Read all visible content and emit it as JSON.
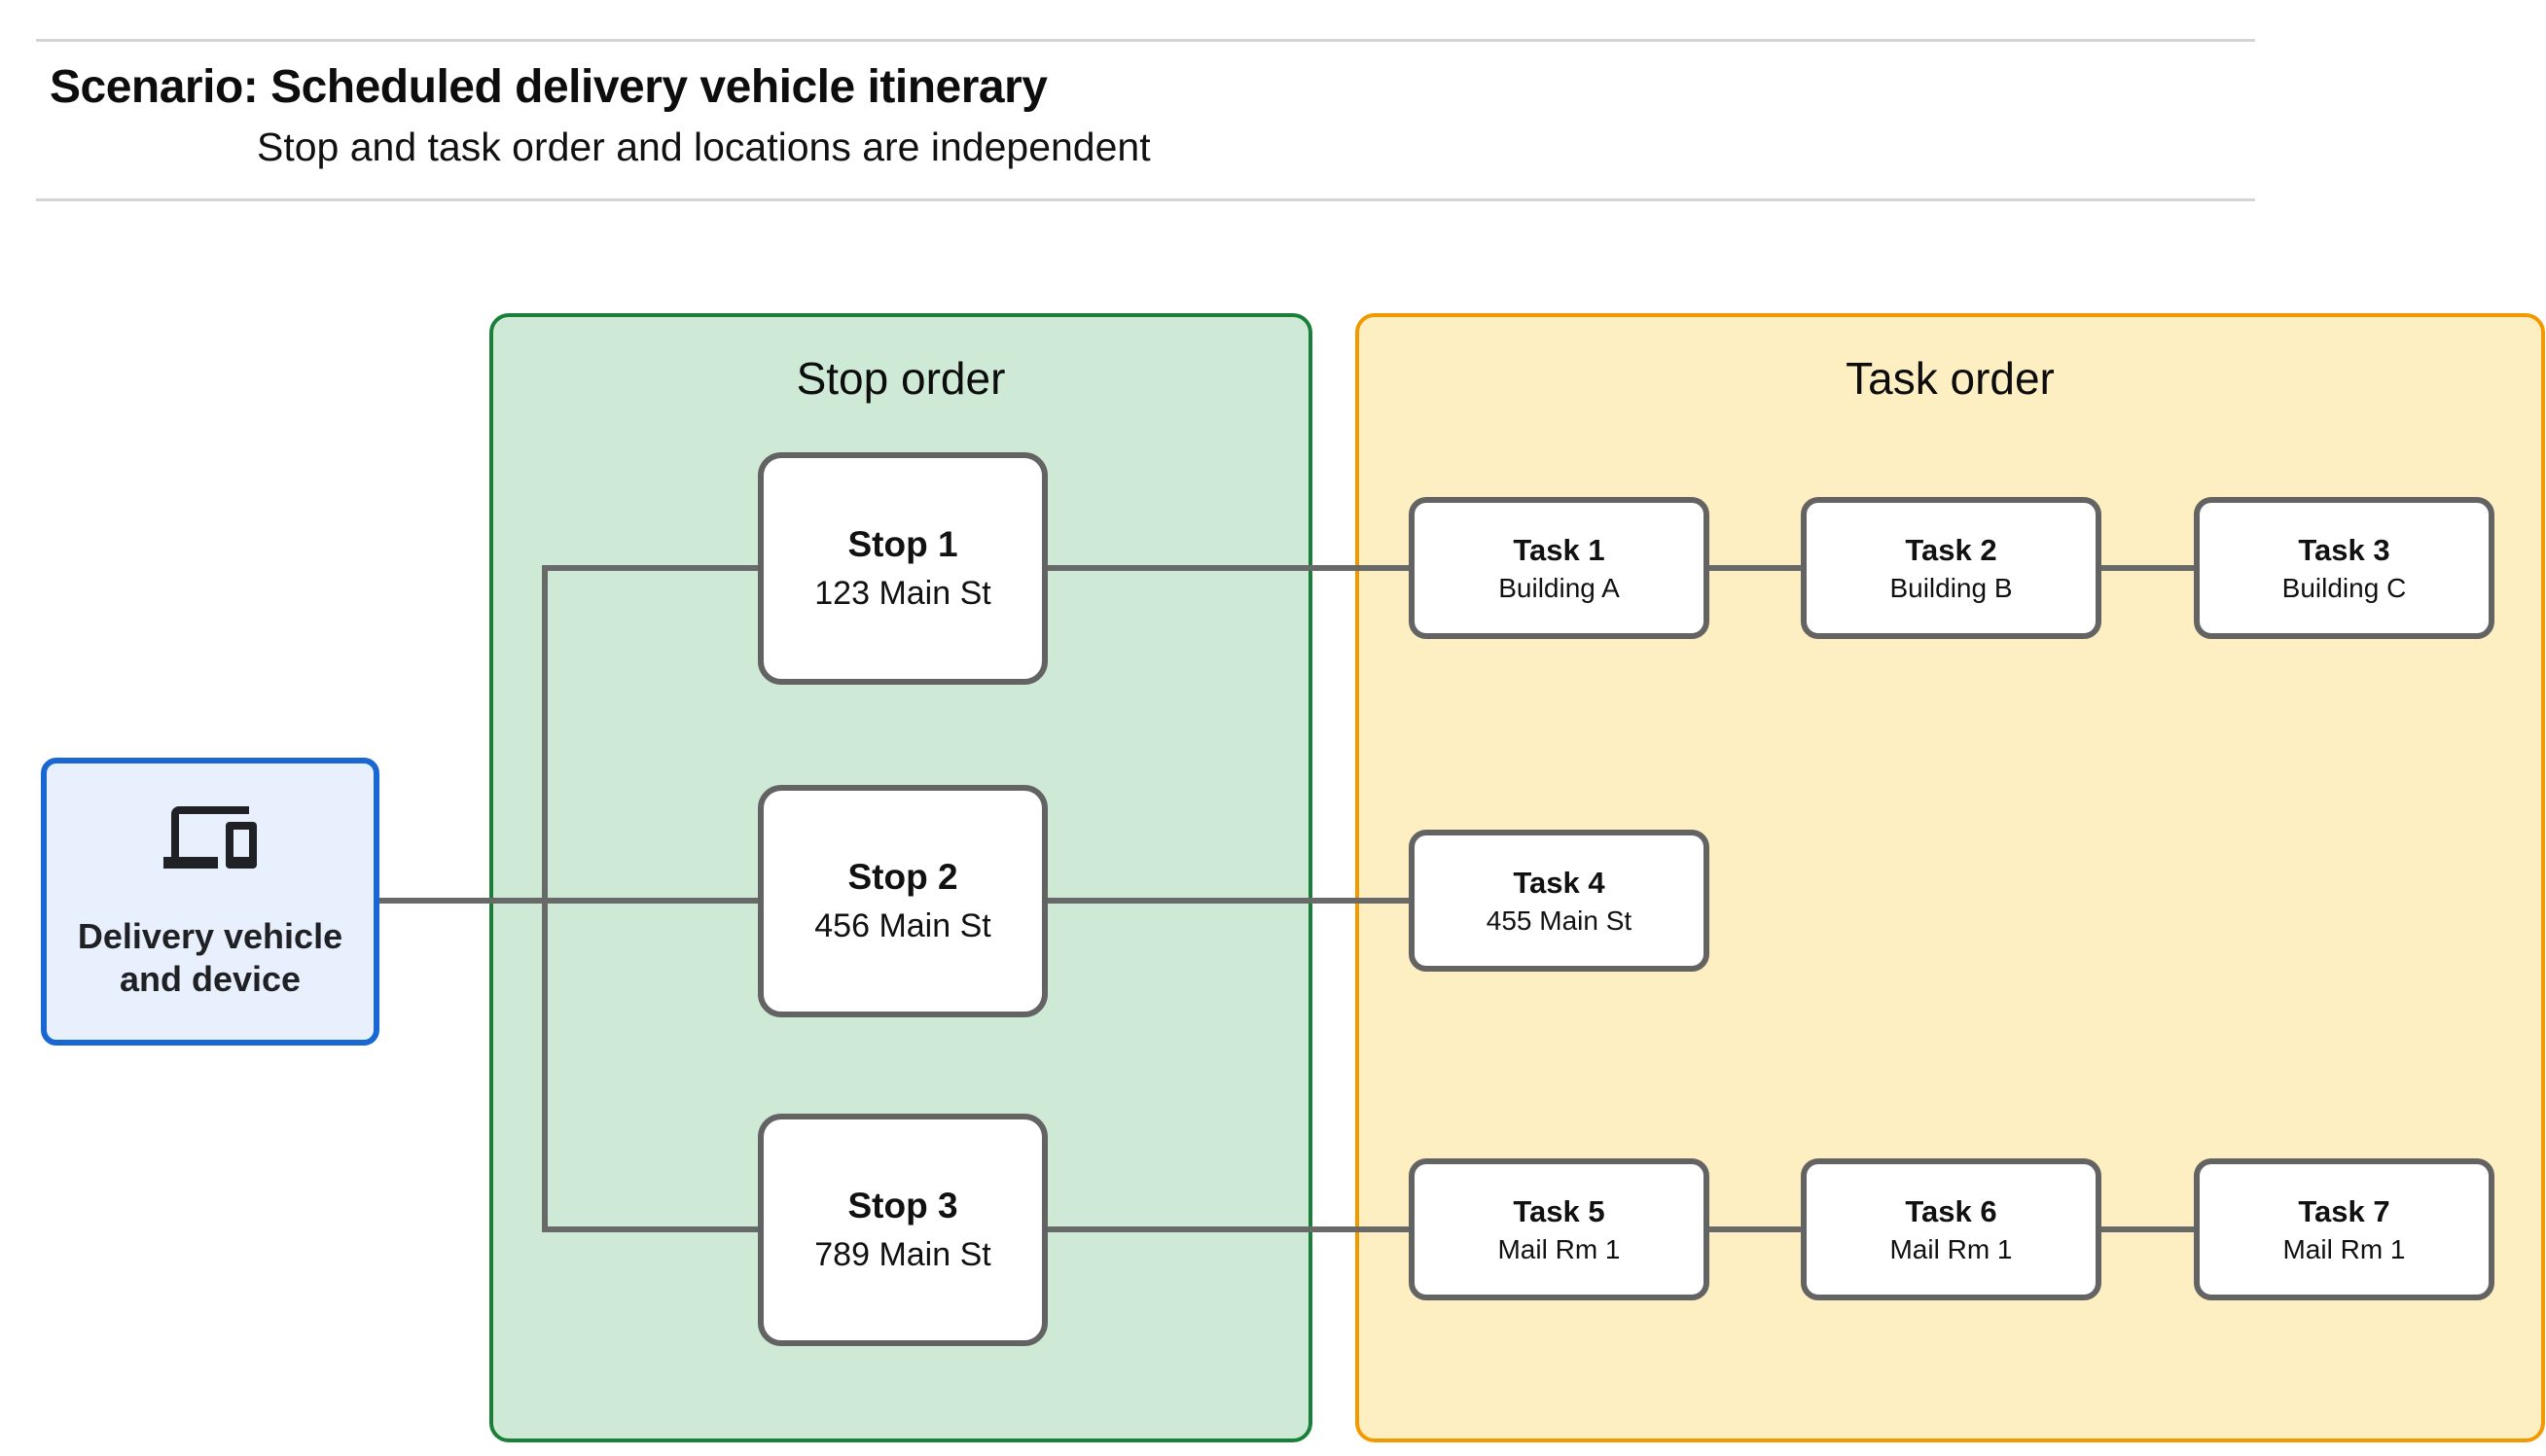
{
  "header": {
    "title": "Scenario: Scheduled delivery vehicle itinerary",
    "subtitle": "Stop and task order and locations are independent"
  },
  "vehicle": {
    "label": "Delivery vehicle and device",
    "icon": "devices-icon"
  },
  "panels": {
    "stops": {
      "title": "Stop order"
    },
    "tasks": {
      "title": "Task order"
    }
  },
  "rows": [
    {
      "stop": {
        "title": "Stop 1",
        "subtitle": "123 Main St"
      },
      "tasks": [
        {
          "title": "Task 1",
          "subtitle": "Building A"
        },
        {
          "title": "Task 2",
          "subtitle": "Building B"
        },
        {
          "title": "Task 3",
          "subtitle": "Building C"
        }
      ]
    },
    {
      "stop": {
        "title": "Stop 2",
        "subtitle": "456 Main St"
      },
      "tasks": [
        {
          "title": "Task 4",
          "subtitle": "455 Main St"
        }
      ]
    },
    {
      "stop": {
        "title": "Stop 3",
        "subtitle": "789 Main St"
      },
      "tasks": [
        {
          "title": "Task 5",
          "subtitle": "Mail Rm 1"
        },
        {
          "title": "Task 6",
          "subtitle": "Mail Rm 1"
        },
        {
          "title": "Task 7",
          "subtitle": "Mail Rm 1"
        }
      ]
    }
  ],
  "colors": {
    "vehicle_fill": "#E8F0FE",
    "vehicle_border": "#1967D2",
    "stops_panel_fill": "#CEEAD6",
    "stops_panel_border": "#188038",
    "tasks_panel_fill": "#FEEFC3",
    "tasks_panel_border": "#F29900",
    "node_border": "#636363",
    "connector": "#696969",
    "divider": "#d4d4d4"
  }
}
